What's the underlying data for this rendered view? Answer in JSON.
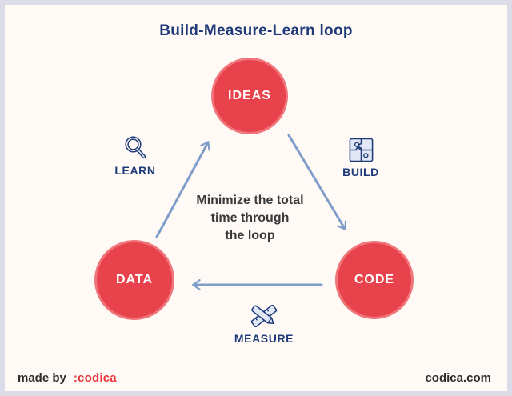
{
  "title": "Build-Measure-Learn loop",
  "nodes": [
    {
      "id": "ideas",
      "label": "IDEAS"
    },
    {
      "id": "data",
      "label": "DATA"
    },
    {
      "id": "code",
      "label": "CODE"
    }
  ],
  "steps": [
    {
      "id": "learn",
      "label": "LEARN",
      "icon": "magnifier-icon"
    },
    {
      "id": "build",
      "label": "BUILD",
      "icon": "puzzle-icon"
    },
    {
      "id": "measure",
      "label": "MEASURE",
      "icon": "pencil-ruler-icon"
    }
  ],
  "center_text": {
    "line1": "Minimize the total",
    "line2": "time through",
    "line3": "the loop"
  },
  "footer": {
    "made_by": "made by",
    "brand": ":codica",
    "site": "codica.com"
  },
  "colors": {
    "navy": "#1e3a78",
    "red": "#e8434c",
    "red_light": "#f0757b",
    "brand_red": "#e8353e",
    "arrow": "#7e9dc9",
    "text_dark": "#3a3a3c",
    "bg": "#fffaf6",
    "frame": "#dcdbe8",
    "icon_fill": "#e1e7f4"
  }
}
